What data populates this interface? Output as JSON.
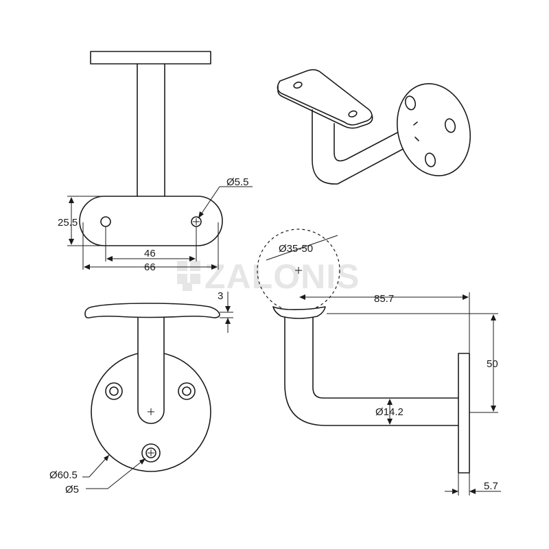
{
  "watermark": {
    "text": "ZALONIS"
  },
  "dimensions": {
    "top_view": {
      "hole_diameter": "Ø5.5",
      "plate_height": "25.5",
      "hole_spacing": "46",
      "plate_length": "66"
    },
    "front_view": {
      "plate_thickness": "3",
      "base_diameter": "Ø60.5",
      "screw_hole_diameter": "Ø5"
    },
    "side_view": {
      "rail_diameter": "Ø35-50",
      "projection": "85.7",
      "height": "50",
      "bar_diameter": "Ø14.2",
      "base_thickness": "5.7"
    }
  }
}
